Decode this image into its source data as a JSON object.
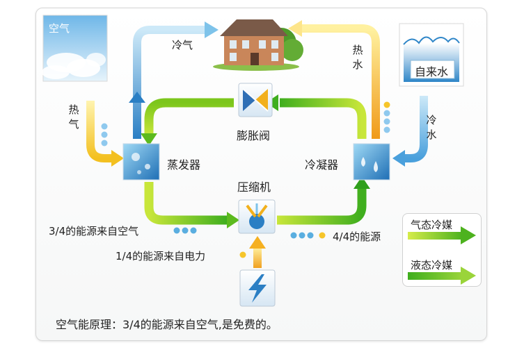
{
  "tiles": {
    "air": "空气",
    "tap_water": "自来水"
  },
  "labels": {
    "cold_air": "冷气",
    "hot_water": "热水",
    "hot_air": "热气",
    "cold_water": "冷水",
    "evaporator": "蒸发器",
    "expansion_valve": "膨胀阀",
    "condenser": "冷凝器",
    "compressor": "压缩机",
    "energy_air": "3/4的能源来自空气",
    "energy_electric": "1/4的能源来自电力",
    "energy_total": "4/4的能源"
  },
  "legend": {
    "gas": "气态冷媒",
    "liquid": "液态冷媒"
  },
  "caption": "空气能原理：3/4的能源来自空气,是免费的。",
  "colors": {
    "green_flow": "#7cc61c",
    "blue_flow": "#5aaee0",
    "yellow_flow": "#f5c518",
    "orange_flow": "#f0a020",
    "water_blue": "#2f86c8"
  }
}
